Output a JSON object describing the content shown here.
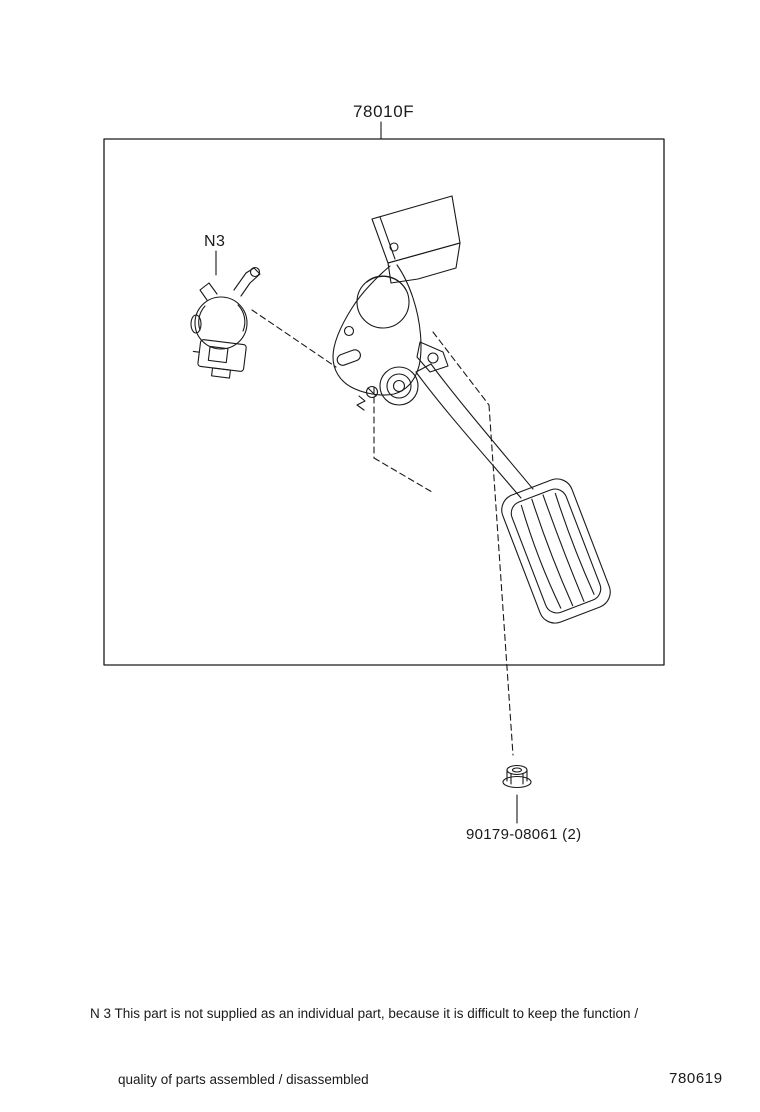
{
  "colors": {
    "ink": "#1a1a1a",
    "background": "#ffffff"
  },
  "labels": {
    "assembly_part_number": "78010F",
    "sensor_callout": "N3",
    "nut_part_number": "90179-08061 (2)",
    "figure_number": "780619"
  },
  "note": {
    "line1": "N 3 This part is not supplied as an individual part, because it is difficult to keep the function /",
    "line2": "quality of parts assembled / disassembled"
  }
}
